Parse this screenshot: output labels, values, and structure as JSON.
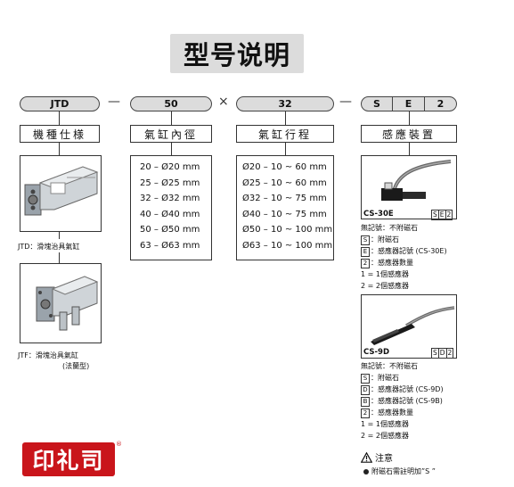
{
  "title": "型号说明",
  "codes": {
    "series": "JTD",
    "bore": "50",
    "times": "×",
    "stroke": "32",
    "dash": "—",
    "sensor": [
      "S",
      "E",
      "2"
    ]
  },
  "headers": {
    "spec": "機種仕様",
    "bore": "氣缸內徑",
    "stroke": "氣缸行程",
    "sensor": "感應裝置"
  },
  "bore_list": [
    "20 – Ø20 mm",
    "25 – Ø25 mm",
    "32 – Ø32 mm",
    "40 – Ø40 mm",
    "50 – Ø50 mm",
    "63 – Ø63 mm"
  ],
  "stroke_list": [
    "Ø20 – 10 ~ 60  mm",
    "Ø25 – 10 ~ 60  mm",
    "Ø32 – 10 ~ 75  mm",
    "Ø40 – 10 ~ 75  mm",
    "Ø50 – 10 ~ 100 mm",
    "Ø63 – 10 ~ 100 mm"
  ],
  "models": {
    "jtd_caption": "JTD：滑塊治具氣缸",
    "jtf_caption_1": "JTF：滑塊治具氣缸",
    "jtf_caption_2": "(法蘭型)"
  },
  "sensor1": {
    "name": "CS-30E",
    "tag": [
      "S",
      "E",
      "2"
    ],
    "lines": [
      {
        "box": "",
        "text": "無記號：不附磁石"
      },
      {
        "box": "S",
        "text": "：附磁石"
      },
      {
        "box": "E",
        "text": "：感應器記號 (CS-30E)"
      },
      {
        "box": "2",
        "text": "：感應器數量"
      },
      {
        "box": "",
        "text": "1 = 1個感應器"
      },
      {
        "box": "",
        "text": "2 = 2個感應器"
      }
    ]
  },
  "sensor2": {
    "name": "CS-9D",
    "tag": [
      "S",
      "D",
      "2"
    ],
    "lines": [
      {
        "box": "",
        "text": "無記號：不附磁石"
      },
      {
        "box": "S",
        "text": "：附磁石"
      },
      {
        "box": "D",
        "text": "：感應器記號 (CS-9D)"
      },
      {
        "box": "B",
        "text": "：感應器記號 (CS-9B)"
      },
      {
        "box": "2",
        "text": "：感應器數量"
      },
      {
        "box": "",
        "text": "1 = 1個感應器"
      },
      {
        "box": "",
        "text": "2 = 2個感應器"
      }
    ]
  },
  "note": {
    "heading": "注意",
    "text": "附磁石需註明加”S ”"
  },
  "seal": {
    "text": "印礼司",
    "mark": "®",
    "color": "#c9151b"
  }
}
